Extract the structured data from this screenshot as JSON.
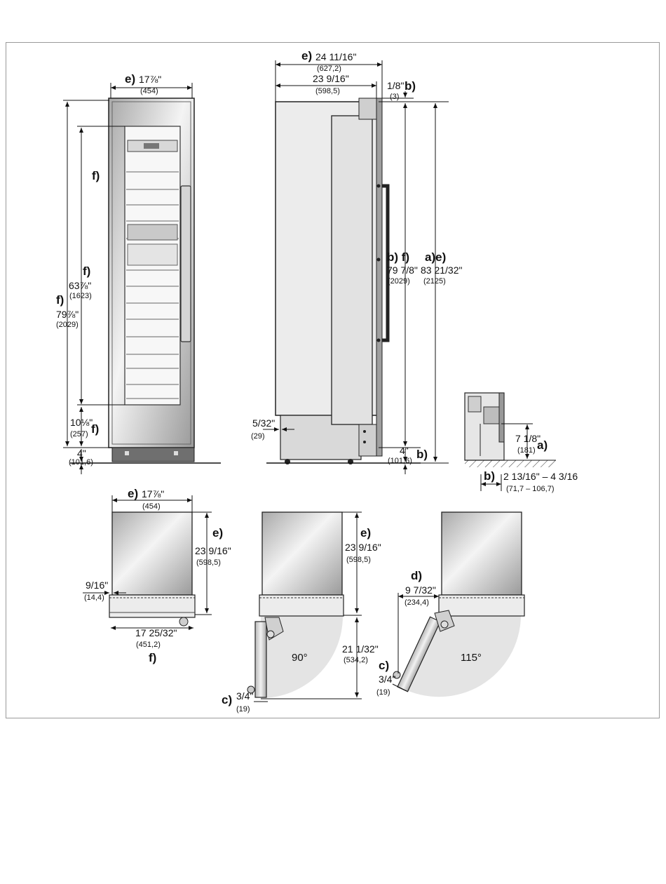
{
  "front": {
    "width": {
      "letter": "e)",
      "in": "17⅞\"",
      "mm": "(454)"
    },
    "upper_left_letter": "f)",
    "mid_left": {
      "letter": "f)",
      "in": "63⅞\"",
      "mm": "(1623)"
    },
    "total_left": {
      "letter": "f)",
      "in": "79⅞\"",
      "mm": "(2029)"
    },
    "lower": {
      "in": "10⅛\"",
      "mm": "(257)",
      "letter": "f)"
    },
    "base": {
      "in": "4\"",
      "mm": "(101,6)"
    }
  },
  "side": {
    "outer_width": {
      "letter": "e)",
      "in": "24 11/16\"",
      "mm": "(627,2)"
    },
    "cabinet_width": {
      "in": "23 9/16\"",
      "mm": "(598,5)"
    },
    "top_gap": {
      "in": "1/8\"",
      "letter": "b)",
      "mm": "(3)"
    },
    "height_a": {
      "letter": "b) f)",
      "in": "79 7/8\"",
      "mm": "(2029)"
    },
    "height_b": {
      "letter": "a)e)",
      "in": "83 21/32\"",
      "mm": "(2125)"
    },
    "recess": {
      "in": "5/32\"",
      "mm": "(29)"
    },
    "base": {
      "in": "4\"",
      "mm": "(101,6)",
      "letter": "b)"
    }
  },
  "detail": {
    "height": {
      "in": "7 1/8\"",
      "letter": "a)",
      "mm": "(181)"
    },
    "depth": {
      "letter": "b)",
      "in": "2 13/16\" – 4 3/16",
      "mm": "(71,7 – 106,7)"
    }
  },
  "plan_closed": {
    "width": {
      "letter": "e)",
      "in": "17⅞\"",
      "mm": "(454)"
    },
    "depth": {
      "letter": "e)",
      "in": "23 9/16\"",
      "mm": "(598,5)"
    },
    "offset": {
      "in": "9/16\"",
      "mm": "(14,4)"
    },
    "inner_width": {
      "in": "17 25/32\"",
      "mm": "(451,2)",
      "letter": "f)"
    }
  },
  "plan_90": {
    "depth": {
      "letter": "e)",
      "in": "23 9/16\"",
      "mm": "(598,5)"
    },
    "swing": {
      "in": "21 1/32\"",
      "mm": "(534,2)"
    },
    "angle": "90°",
    "door": {
      "letter": "c)",
      "in": "3/4\"",
      "mm": "(19)"
    }
  },
  "plan_115": {
    "offset": {
      "letter": "d)",
      "in": "9 7/32\"",
      "mm": "(234,4)"
    },
    "angle": "115°",
    "door": {
      "letter": "c)",
      "in": "3/4\"",
      "mm": "(19)"
    }
  },
  "colors": {
    "steel_light": "#ededed",
    "steel_dark": "#9c9c9c",
    "swing": "#e4e4e4",
    "line": "#111111"
  }
}
